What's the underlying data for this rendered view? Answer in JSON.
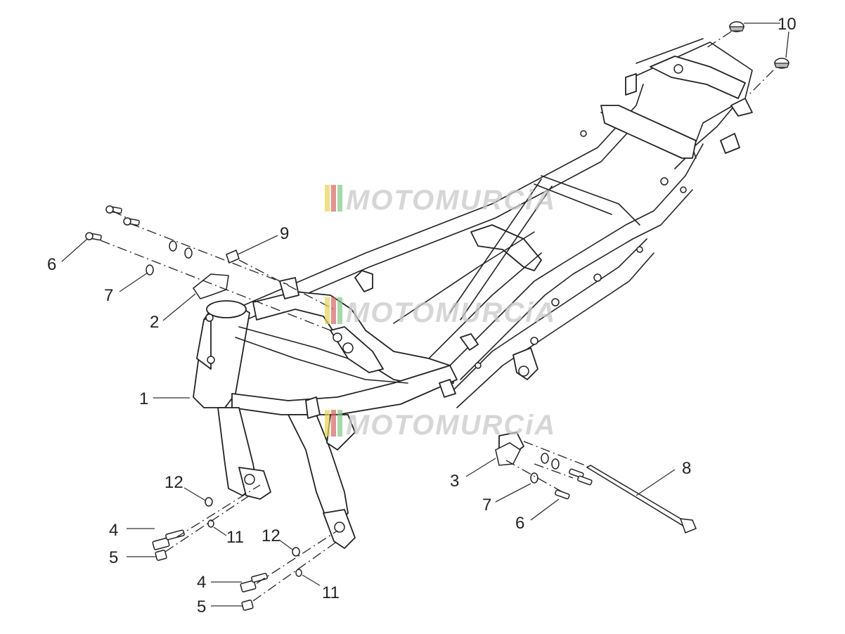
{
  "watermark": {
    "text": "MOTOMURCiA",
    "stripe_colors": [
      "#e8d44d",
      "#e06060",
      "#7fc97f"
    ]
  },
  "callouts": {
    "c1": "1",
    "c2": "2",
    "c3": "3",
    "c4a": "4",
    "c4b": "4",
    "c5a": "5",
    "c5b": "5",
    "c6a": "6",
    "c6b": "6",
    "c7a": "7",
    "c7b": "7",
    "c8": "8",
    "c9": "9",
    "c10": "10",
    "c11a": "11",
    "c11b": "11",
    "c12a": "12",
    "c12b": "12"
  }
}
